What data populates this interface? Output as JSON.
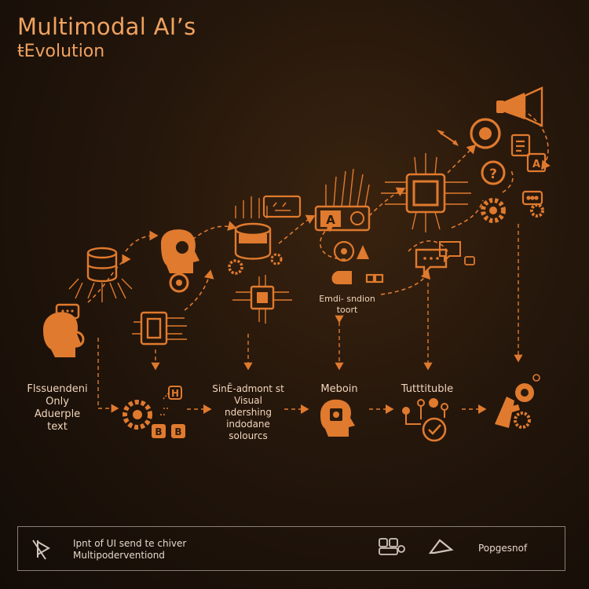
{
  "header": {
    "title": "Multimodal AI’s",
    "subtitle": "ŧEvolution"
  },
  "stages": [
    {
      "label": "Flssuendeni\nOnly\nAduerple\ntext"
    },
    {
      "label": "SinĒ-admont st\nVisual\nndershing\nindodane\nsolourcs"
    },
    {
      "label": "Meboin"
    },
    {
      "label": "Tutttituble"
    }
  ],
  "mid_label": "Emdi- sndion\ntoort",
  "badges": {
    "h": "H",
    "b1": "B",
    "b2": "B",
    "a1": "A",
    "a2": "A",
    "q": "?"
  },
  "footer": {
    "text": "Ipnt of UI send te chiver\nMultipoderventiond",
    "right_label": "Popgesnof"
  },
  "colors": {
    "accent": "#e07a2e",
    "text": "#f3d6bd",
    "background": "#1c1209"
  },
  "icons": [
    "brain-chip-icon",
    "gear-icon",
    "cpu-chip-icon",
    "database-icon",
    "robot-head-icon",
    "chat-bubble-icon",
    "megaphone-icon",
    "search-icon",
    "document-icon",
    "flag-icon",
    "arrow-icon"
  ]
}
